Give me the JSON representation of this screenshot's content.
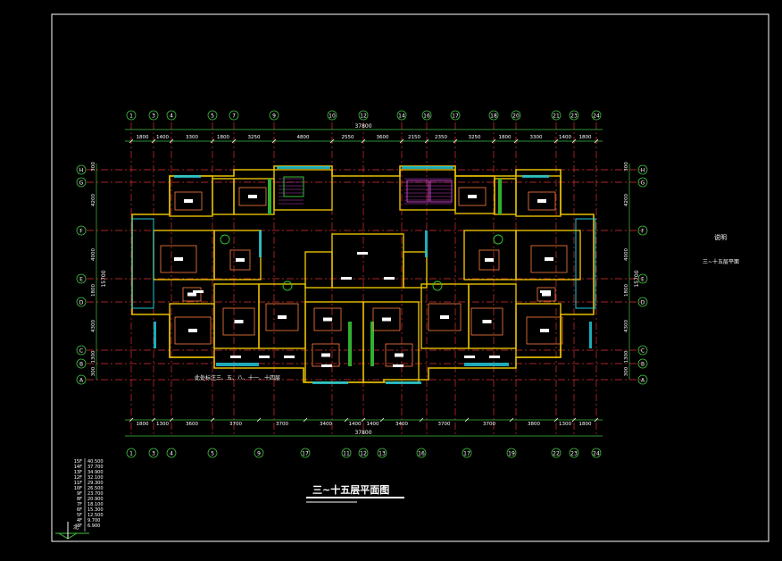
{
  "drawing": {
    "title": "三~十五层平面图",
    "side_note_label": "说明",
    "side_note_title": "三~十五层平面",
    "annotation": "此处标注三、五、八、十一、十四层",
    "north_arrow_label": "北"
  },
  "axes": {
    "columns": [
      "1",
      "3",
      "4",
      "5",
      "7",
      "9",
      "10",
      "12",
      "14",
      "16",
      "17",
      "18",
      "20",
      "21",
      "23",
      "24"
    ],
    "columns_bottom": [
      "1",
      "3",
      "4",
      "5",
      "9",
      "17",
      "11",
      "12",
      "13",
      "16",
      "17",
      "19",
      "22",
      "23",
      "24"
    ],
    "rows": [
      "H",
      "G",
      "F",
      "E",
      "D",
      "C",
      "B",
      "A"
    ],
    "top_total": "37800",
    "top_dims": [
      "1800",
      "1400",
      "3300",
      "1800",
      "3250",
      "4800",
      "2550",
      "3600",
      "2150",
      "2350",
      "3250",
      "1800",
      "3300",
      "1400",
      "1800"
    ],
    "bottom_total": "37800",
    "bottom_dims": [
      "1800",
      "1300",
      "3600",
      "3700",
      "3700",
      "3400",
      "1400",
      "1400",
      "3400",
      "3700",
      "3700",
      "3800",
      "1300",
      "1800"
    ],
    "side_total": "15700",
    "side_dims": [
      "300",
      "4200",
      "4000",
      "1800",
      "4300",
      "1300",
      "300"
    ]
  },
  "level_table": {
    "floors": [
      "15F",
      "14F",
      "13F",
      "12F",
      "11F",
      "10F",
      "9F",
      "8F",
      "7F",
      "6F",
      "5F",
      "4F",
      "3F"
    ],
    "elevations": [
      "40.500",
      "37.700",
      "34.900",
      "32.100",
      "29.300",
      "26.500",
      "23.700",
      "20.900",
      "18.100",
      "15.300",
      "12.500",
      "9.700",
      "6.900"
    ]
  },
  "colors": {
    "background": "#000000",
    "frame": "#ffffff",
    "axis_line": "#e03030",
    "dim_line": "#40c040",
    "wall": "#e8c000",
    "window": "#20c8d8",
    "furniture": "#ff7f3f",
    "bubble": "#40c040"
  }
}
